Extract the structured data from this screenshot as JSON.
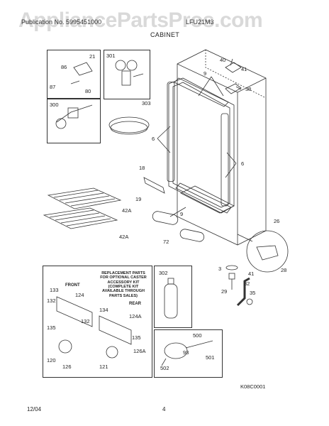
{
  "watermark": "AppliancePartsPros.com",
  "header": {
    "left": "Publication No. 5995451000",
    "right": "LFU21M3",
    "title": "CABINET"
  },
  "callouts": {
    "c21": "21",
    "c86": "86",
    "c87": "87",
    "c80": "80",
    "c301": "301",
    "c300": "300",
    "c303": "303",
    "c40": "40",
    "c41a": "41",
    "c38": "38",
    "c9a": "9",
    "c6a": "6",
    "c6b": "6",
    "c18": "18",
    "c19": "19",
    "c42a": "42A",
    "c42b": "42A",
    "c9b": "9",
    "c72": "72",
    "c26": "26",
    "c28": "28",
    "c3": "3",
    "c41b": "41",
    "c32": "32",
    "c29": "29",
    "c35": "35",
    "c302": "302",
    "c500": "500",
    "c93": "93",
    "c501": "501",
    "c502": "502",
    "c133": "133",
    "c124a": "124",
    "c132a": "132",
    "c135a": "135",
    "c132b": "132",
    "c120": "120",
    "c126": "126",
    "c134": "134",
    "c124b": "124A",
    "c135b": "135",
    "c126a": "126A",
    "c121": "121"
  },
  "replacement_note": {
    "line1": "REPLACEMENT PARTS",
    "line2": "FOR OPTIONAL CASTER",
    "line3": "ACCESSORY KIT",
    "line4": "(COMPLETE KIT",
    "line5": "AVAILABLE THROUGH",
    "line6": "PARTS SALES)"
  },
  "kit_labels": {
    "front": "FRONT",
    "rear": "REAR"
  },
  "diagram_code": "K08C0001",
  "footer": {
    "date": "12/04",
    "page": "4"
  }
}
